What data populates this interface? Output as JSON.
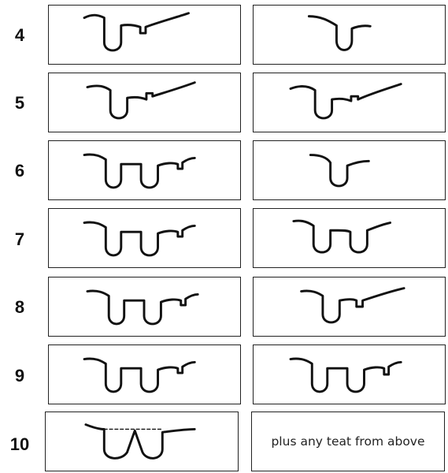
{
  "rows": [
    {
      "number": "4",
      "left": "A",
      "right": "B"
    },
    {
      "number": "5",
      "left": "C",
      "right": "D"
    },
    {
      "number": "6",
      "left": "E",
      "right": "B"
    },
    {
      "number": "7",
      "left": "E",
      "right": "F"
    },
    {
      "number": "8",
      "left": "E",
      "right": "G"
    },
    {
      "number": "9",
      "left": "E",
      "right": "H"
    },
    {
      "number": "10",
      "left": "I",
      "right": "TEXT"
    }
  ],
  "last_row_note": "plus any teat from above"
}
